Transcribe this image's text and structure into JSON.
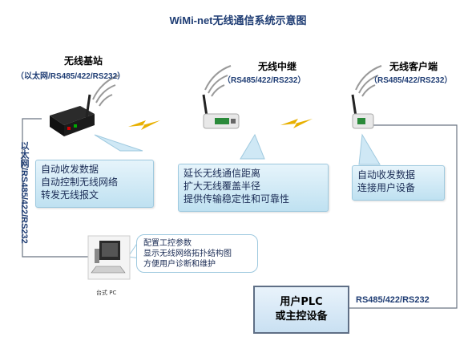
{
  "title": "WiMi-net无线通信系统示意图",
  "nodes": {
    "base": {
      "title": "无线基站",
      "subtitle": "（以太网/RS485/422/RS232）",
      "features": [
        "自动收发数据",
        "自动控制无线网络",
        "转发无线报文"
      ]
    },
    "relay": {
      "title": "无线中继",
      "subtitle": "（RS485/422/RS232）",
      "features": [
        "延长无线通信距离",
        "扩大无线覆盖半径",
        "提供传输稳定性和可靠性"
      ]
    },
    "client": {
      "title": "无线客户端",
      "subtitle": "（RS485/422/RS232）",
      "features": [
        "自动收发数据",
        "连接用户设备"
      ]
    }
  },
  "pc": {
    "label": "台式 PC",
    "features": [
      "配置工控参数",
      "显示无线网络拓扑结构图",
      "方便用户诊断和维护"
    ]
  },
  "plc": {
    "line1": "用户PLC",
    "line2": "或主控设备"
  },
  "links": {
    "left_vertical": "以太网/RS485/422/RS232",
    "plc_right": "RS485/422/RS232"
  },
  "colors": {
    "title": "#1f3d74",
    "callout_top": "#e6f4fb",
    "callout_bottom": "#bfe1f1",
    "connector": "#6b7482",
    "lightning": "#e8b000"
  }
}
